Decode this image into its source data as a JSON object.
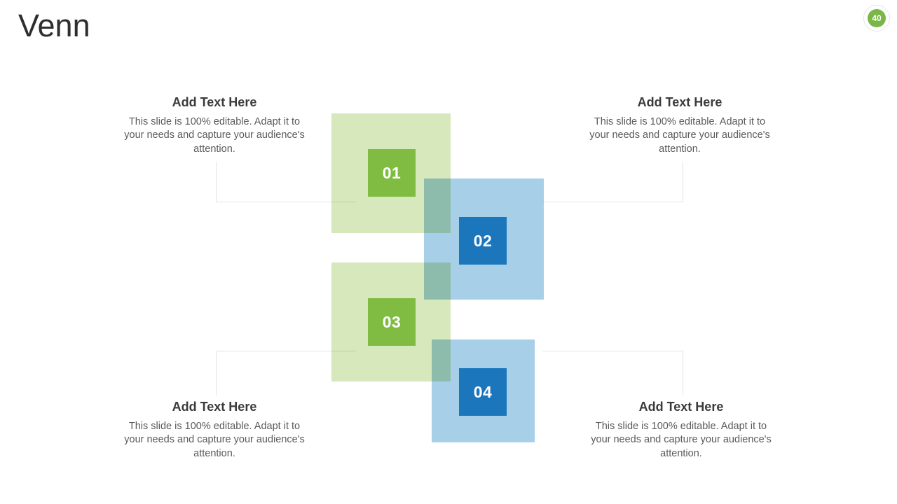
{
  "slide": {
    "title": "Venn",
    "page_number": "40",
    "badge_color": "#7ab648"
  },
  "colors": {
    "green_light": "#d8e8bd",
    "blue_light": "#a8cfe8",
    "green_solid": "#80bc42",
    "blue_solid": "#1b76bc",
    "connector": "#e3e3e3",
    "heading": "#3b3b3b",
    "body": "#5a5a5a"
  },
  "venn": {
    "nodes": [
      {
        "number": "01",
        "color": "green"
      },
      {
        "number": "02",
        "color": "blue"
      },
      {
        "number": "03",
        "color": "green"
      },
      {
        "number": "04",
        "color": "blue"
      }
    ]
  },
  "text_blocks": [
    {
      "position": "top-left",
      "heading": "Add Text Here",
      "body": "This slide is 100% editable. Adapt it to your needs and capture your audience's attention."
    },
    {
      "position": "top-right",
      "heading": "Add Text Here",
      "body": "This slide is 100% editable. Adapt it to your needs and capture your audience's attention."
    },
    {
      "position": "bottom-left",
      "heading": "Add Text Here",
      "body": "This slide is 100% editable. Adapt it to your needs and capture your audience's attention."
    },
    {
      "position": "bottom-right",
      "heading": "Add Text Here",
      "body": "This slide is 100% editable. Adapt it to your needs and capture your audience's attention."
    }
  ]
}
